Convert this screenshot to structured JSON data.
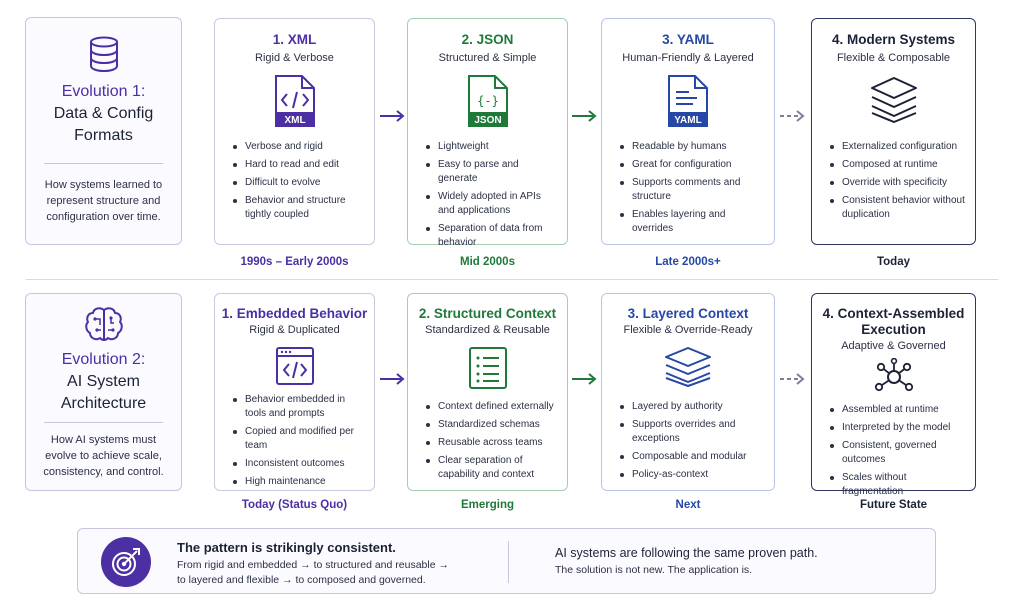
{
  "evolution1": {
    "icon": "database-icon",
    "title_line1": "Evolution 1:",
    "title_line2": "Data & Config",
    "title_line3": "Formats",
    "description": "How systems learned to represent structure and configuration over time."
  },
  "row1_stages": [
    {
      "title": "1. XML",
      "subtitle": "Rigid & Verbose",
      "icon": "xml-file-icon",
      "icon_label": "XML",
      "bullets": [
        "Verbose and rigid",
        "Hard to read and edit",
        "Difficult to evolve",
        "Behavior and structure tightly coupled"
      ],
      "era": "1990s – Early 2000s"
    },
    {
      "title": "2. JSON",
      "subtitle": "Structured & Simple",
      "icon": "json-file-icon",
      "icon_label": "JSON",
      "bullets": [
        "Lightweight",
        "Easy to parse and generate",
        "Widely adopted in APIs and applications",
        "Separation of data from behavior"
      ],
      "era": "Mid 2000s"
    },
    {
      "title": "3. YAML",
      "subtitle": "Human-Friendly & Layered",
      "icon": "yaml-file-icon",
      "icon_label": "YAML",
      "bullets": [
        "Readable by humans",
        "Great for configuration",
        "Supports comments and structure",
        "Enables layering and overrides"
      ],
      "era": "Late 2000s+"
    },
    {
      "title": "4. Modern Systems",
      "subtitle": "Flexible & Composable",
      "icon": "layers-icon",
      "bullets": [
        "Externalized configuration",
        "Composed at runtime",
        "Override with specificity",
        "Consistent behavior without duplication"
      ],
      "era": "Today"
    }
  ],
  "evolution2": {
    "icon": "brain-circuit-icon",
    "title_line1": "Evolution 2:",
    "title_line2": "AI System",
    "title_line3": "Architecture",
    "description": "How AI systems must evolve to achieve scale, consistency, and control."
  },
  "row2_stages": [
    {
      "title": "1. Embedded Behavior",
      "subtitle": "Rigid & Duplicated",
      "icon": "code-window-icon",
      "bullets": [
        "Behavior embedded in tools and prompts",
        "Copied and modified per team",
        "Inconsistent outcomes",
        "High maintenance"
      ],
      "era": "Today (Status Quo)"
    },
    {
      "title": "2. Structured Context",
      "subtitle": "Standardized & Reusable",
      "icon": "list-document-icon",
      "bullets": [
        "Context defined externally",
        "Standardized schemas",
        "Reusable across teams",
        "Clear separation of capability and context"
      ],
      "era": "Emerging"
    },
    {
      "title": "3. Layered Context",
      "subtitle": "Flexible & Override-Ready",
      "icon": "layers-icon",
      "bullets": [
        "Layered by authority",
        "Supports overrides and exceptions",
        "Composable and modular",
        "Policy-as-context"
      ],
      "era": "Next"
    },
    {
      "title_line1": "4. Context-Assembled",
      "title_line2": "Execution",
      "subtitle": "Adaptive & Governed",
      "icon": "network-hub-icon",
      "bullets": [
        "Assembled at runtime",
        "Interpreted by the model",
        "Consistent, governed outcomes",
        "Scales without fragmentation"
      ],
      "era": "Future State"
    }
  ],
  "banner": {
    "icon": "target-arrow-icon",
    "title": "The pattern is strikingly consistent.",
    "text_line1": "From rigid and embedded → to structured and reusable →",
    "text_line2": "to layered and flexible → to composed and governed.",
    "right_title": "AI systems are following the same proven path.",
    "right_text": "The solution is not new. The application is."
  },
  "colors": {
    "purple": "#4b2fa3",
    "green": "#1f7a3a",
    "blue": "#2747a6",
    "dark": "#1c2236"
  }
}
